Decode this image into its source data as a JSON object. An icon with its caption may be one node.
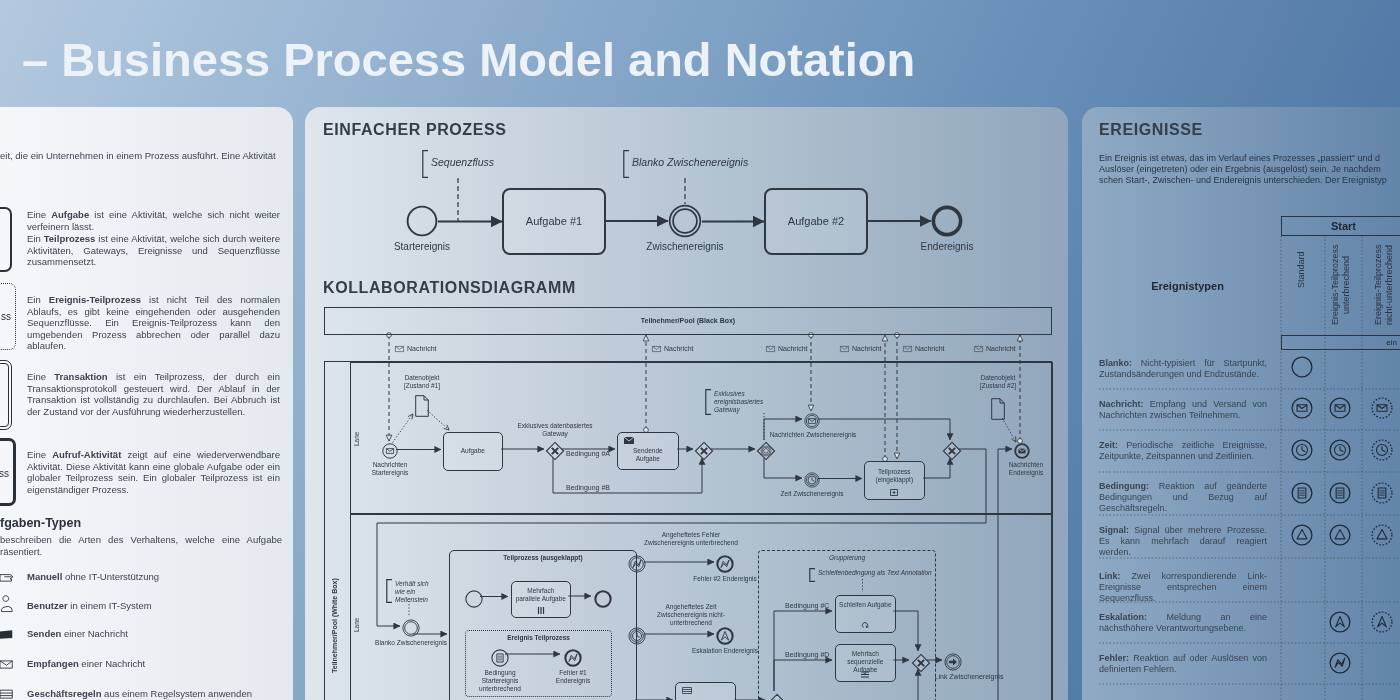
{
  "diagram": {
    "title": "– Business Process Model and Notation",
    "nodes": [
      {
        "text": [
          "Startereignis"
        ]
      },
      {
        "text": [
          "Aufgabe #1"
        ]
      },
      {
        "text": [
          "Zwischenereignis"
        ]
      },
      {
        "text": [
          "Aufgabe #2"
        ]
      },
      {
        "text": [
          "Endereignis"
        ]
      },
      {
        "text": [
          "Sequenzfluss"
        ]
      },
      {
        "text": [
          "Blanko Zwischenereignis"
        ]
      },
      {
        "text": [
          "Teilnehmer/Pool (Black Box)"
        ]
      },
      {
        "text": [
          "Teilnehmer/Pool (White Box)"
        ]
      },
      {
        "text": [
          "Lane"
        ],
        "in": 8
      },
      {
        "text": [
          "Lane"
        ],
        "in": 8
      },
      {
        "text": [
          "Nachrichten Startereignis"
        ],
        "in": 9
      },
      {
        "text": [
          "Datenobjekt [Zustand #1]"
        ],
        "in": 9
      },
      {
        "text": [
          "Aufgabe"
        ],
        "in": 9
      },
      {
        "text": [
          "Exklusives datenbasiertes Gateway"
        ],
        "in": 9
      },
      {
        "text": [
          "Sendende Aufgabe"
        ],
        "in": 9
      },
      {
        "text": [],
        "shape": "diamond",
        "in": 9
      },
      {
        "text": [],
        "shape": "diamond",
        "in": 9
      },
      {
        "text": [
          "Exklusives ereignisbasiertes Gateway"
        ],
        "in": 9
      },
      {
        "text": [
          "Nachrichten Zwischenereignis"
        ],
        "in": 9
      },
      {
        "text": [
          "Zeit Zwischenereignis"
        ],
        "in": 9
      },
      {
        "text": [
          "Teilprozess (eingeklappt)"
        ],
        "in": 9
      },
      {
        "text": [],
        "shape": "diamond",
        "in": 9
      },
      {
        "text": [
          "Datenobjekt [Zustand #2]"
        ],
        "in": 9
      },
      {
        "text": [
          "Nachrichten Endereignis"
        ],
        "in": 9
      },
      {
        "text": [
          "Verhält sich wie ein Meilenstein"
        ],
        "in": 10
      },
      {
        "text": [
          "Blanko Zwischenereignis"
        ],
        "in": 10
      },
      {
        "text": [
          "Teilprozess (ausgeklappt)"
        ],
        "in": 10
      },
      {
        "text": [],
        "shape": "circle",
        "in": 27
      },
      {
        "text": [
          "Mehrfach parallele Aufgabe"
        ],
        "in": 27
      },
      {
        "text": [],
        "shape": "circle",
        "in": 27
      },
      {
        "text": [
          "Ereignis Teilprozess"
        ],
        "in": 27
      },
      {
        "text": [
          "Bedingung Startereignis unterbrechend"
        ],
        "in": 31
      },
      {
        "text": [
          "Fehler #1 Endereignis"
        ],
        "in": 31
      },
      {
        "text": [
          "Angeheftetes Fehler Zwischenereignis unterbrechend"
        ],
        "in": 10
      },
      {
        "text": [
          "Fehler #2 Endereignis"
        ],
        "in": 10
      },
      {
        "text": [
          "Angeheftetes Zeit Zwischenereignis nicht-unterbrechend"
        ],
        "in": 10
      },
      {
        "text": [
          "Eskalation Endereignis"
        ],
        "in": 10
      },
      {
        "text": [],
        "shape": "box",
        "in": 10
      },
      {
        "text": [
          "Gruppierung"
        ],
        "in": 10
      },
      {
        "text": [
          "Schleifenbedingung als Text Annotation"
        ],
        "in": 39
      },
      {
        "text": [
          "Schleifen Aufgabe"
        ],
        "in": 39
      },
      {
        "text": [
          "Mehrfach sequenzielle Aufgabe"
        ],
        "in": 39
      },
      {
        "text": [],
        "shape": "diamond",
        "in": 39
      },
      {
        "text": [],
        "shape": "diamond",
        "in": 39
      },
      {
        "text": [
          "Link Zwischenereignis"
        ],
        "in": 10
      },
      {
        "text": [],
        "shape": "box"
      },
      {
        "text": [
          "ss"
        ]
      },
      {
        "text": [],
        "shape": "box"
      },
      {
        "text": [
          "ss"
        ]
      }
    ],
    "edges": [
      {
        "from": 0,
        "to": 1,
        "arrow": "to"
      },
      {
        "from": 1,
        "to": 2,
        "arrow": "to"
      },
      {
        "from": 2,
        "to": 3,
        "arrow": "to"
      },
      {
        "from": 3,
        "to": 4,
        "arrow": "to"
      },
      {
        "from": 5,
        "to": null,
        "arrow": "none",
        "style": "dashed"
      },
      {
        "from": 6,
        "to": 2,
        "arrow": "none",
        "style": "dashed"
      },
      {
        "from": 7,
        "to": 11,
        "arrow": "to",
        "style": "dashed",
        "label": "Nachricht"
      },
      {
        "from": 15,
        "to": 7,
        "arrow": "to",
        "style": "dashed",
        "label": "Nachricht"
      },
      {
        "from": 7,
        "to": 19,
        "arrow": "to",
        "style": "dashed",
        "label": "Nachricht"
      },
      {
        "from": 21,
        "to": 7,
        "arrow": "to",
        "style": "dashed",
        "label": "Nachricht"
      },
      {
        "from": 7,
        "to": 21,
        "arrow": "to",
        "style": "dashed",
        "label": "Nachricht"
      },
      {
        "from": 24,
        "to": 7,
        "arrow": "to",
        "style": "dashed",
        "label": "Nachricht"
      },
      {
        "from": 11,
        "to": 12,
        "arrow": "to",
        "style": "dashed"
      },
      {
        "from": 12,
        "to": 13,
        "arrow": "to",
        "style": "dashed"
      },
      {
        "from": 11,
        "to": 13,
        "arrow": "to"
      },
      {
        "from": 13,
        "to": 14,
        "arrow": "to"
      },
      {
        "from": 14,
        "to": 15,
        "arrow": "to",
        "label": "Bedingung #A"
      },
      {
        "from": 14,
        "to": 16,
        "arrow": "to",
        "label": "Bedingung #B"
      },
      {
        "from": 15,
        "to": 16,
        "arrow": "to"
      },
      {
        "from": 16,
        "to": 17,
        "arrow": "to"
      },
      {
        "from": 18,
        "to": 17,
        "arrow": "none",
        "style": "dashed"
      },
      {
        "from": 17,
        "to": 19,
        "arrow": "to"
      },
      {
        "from": 17,
        "to": 20,
        "arrow": "to"
      },
      {
        "from": 19,
        "to": 22,
        "arrow": "to"
      },
      {
        "from": 20,
        "to": 21,
        "arrow": "to"
      },
      {
        "from": 21,
        "to": 22,
        "arrow": "to"
      },
      {
        "from": 23,
        "to": 24,
        "arrow": "to",
        "style": "dashed"
      },
      {
        "from": 10,
        "to": 24,
        "arrow": "to"
      },
      {
        "from": 22,
        "to": 26,
        "arrow": "to"
      },
      {
        "from": 25,
        "to": 26,
        "arrow": "none",
        "style": "dashed"
      },
      {
        "from": 26,
        "to": 27,
        "arrow": "to"
      },
      {
        "from": 28,
        "to": 29,
        "arrow": "to"
      },
      {
        "from": 29,
        "to": 30,
        "arrow": "to"
      },
      {
        "from": 32,
        "to": 33,
        "arrow": "to"
      },
      {
        "from": 34,
        "to": 35,
        "arrow": "to"
      },
      {
        "from": 36,
        "to": 37,
        "arrow": "to"
      },
      {
        "from": 27,
        "to": 38,
        "arrow": "to"
      },
      {
        "from": 38,
        "to": 43,
        "arrow": "to"
      },
      {
        "from": 40,
        "to": 41,
        "arrow": "none",
        "style": "dashed"
      },
      {
        "from": 43,
        "to": 41,
        "arrow": "to",
        "label": "Bedingung #C"
      },
      {
        "from": 43,
        "to": 42,
        "arrow": "to",
        "label": "Bedingung #D"
      },
      {
        "from": 41,
        "to": 44,
        "arrow": "to"
      },
      {
        "from": 42,
        "to": 44,
        "arrow": "to"
      },
      {
        "from": 39,
        "to": 44,
        "arrow": "to"
      },
      {
        "from": 44,
        "to": 45,
        "arrow": "to"
      }
    ],
    "labels": [
      "eit, die ein Unternehmen in einem Prozess ausführt. Eine Aktivität",
      "Eine **Aufgabe** ist eine Aktivität, welche sich nicht weiter verfeinern lässt.",
      "Ein **Teilprozess** ist eine Aktivität, welche sich durch weitere Aktivitäten, Gateways, Ereignisse und Sequenzflüsse zusammensetzt.",
      "Ein **Ereignis-Teilprozess** ist nicht Teil des normalen Ablaufs, es gibt keine eingehenden oder ausgehenden Sequenzflüsse. Ein Ereignis-Teilprozess kann den umgebenden Prozess abbrechen oder parallel dazu ablaufen.",
      "Eine **Transaktion** ist ein Teilprozess, der durch ein Transaktionsprotokoll gesteuert wird. Der Ablauf in der Transaktion ist vollständig zu durchlaufen. Bei Abbruch ist der Zustand vor der Ausführung wiederherzustellen.",
      "Eine **Aufruf-Aktivität** zeigt auf eine wiederverwendbare Aktivität. Diese Aktivität kann eine globale Aufgabe oder ein globaler Teilprozess sein. Ein globaler Teilprozess ist ein eigenständiger Prozess.",
      "fgaben-Typen",
      "beschreiben die Arten des Verhaltens, welche eine Aufgabe räsentiert.",
      "**Manuell** ohne IT-Unterstützung",
      "**Benutzer** in einem IT-System",
      "**Senden** einer Nachricht",
      "**Empfangen** einer Nachricht",
      "**Geschäftsregeln** aus einem Regelsystem anwenden",
      "EINFACHER PROZESS",
      "KOLLABORATIONSDIAGRAMM",
      "EREIGNISSE",
      "Ein Ereignis ist etwas, das im Verlauf eines Prozesses „passiert“ und d Auslöser (eingetreten) oder ein Ergebnis (ausgelöst) sein. Je nachdem schen Start-, Zwischen- und Endereignis unterschieden. Der Ereignistyp",
      "Start",
      "Ereignistypen",
      "Standard",
      "Ereignis-Teilprozess unterbrechend",
      "Ereignis-Teilprozess nicht-unterbrechend",
      "ein",
      "**Blanko:** Nicht-typisiert für Startpunkt, Zustandsänderungen und Endzustände.",
      "**Nachricht:** Empfang und Versand von Nachrichten zwischen Teilnehmern.",
      "**Zeit:** Periodische zeitliche Ereignisse, Zeitpunkte, Zeitspannen und Zeitlinien.",
      "**Bedingung:** Reaktion auf geänderte Bedingungen und Bezug auf Geschäftsregeln.",
      "**Signal:** Signal über mehrere Prozesse. Es kann mehrfach darauf reagiert werden.",
      "**Link:** Zwei korrespondierende Link-Ereignisse entsprechen einem Sequenzfluss.",
      "**Eskalation:** Meldung an eine nächsthöhere Verantwortungsebene.",
      "**Fehler:** Reaktion auf oder Auslösen von definierten Fehlern."
    ]
  }
}
